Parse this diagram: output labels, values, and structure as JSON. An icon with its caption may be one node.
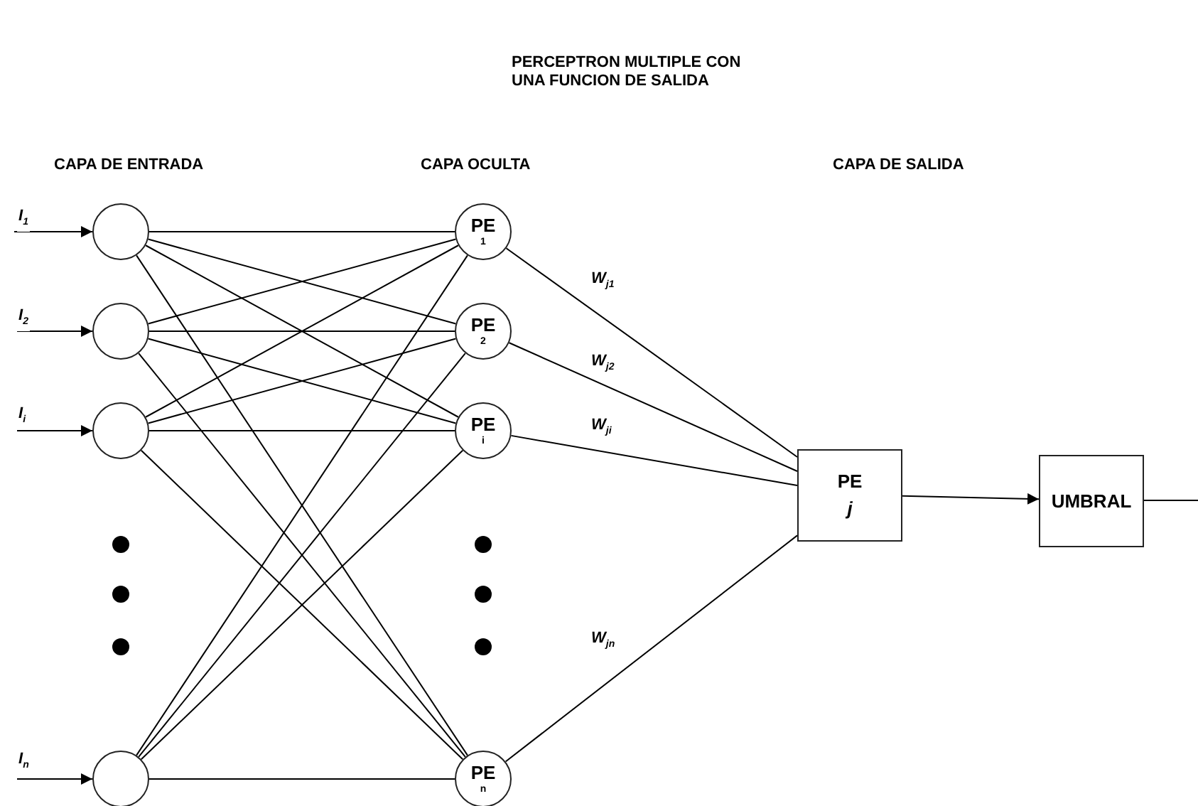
{
  "diagram": {
    "title": "PERCEPTRON MULTIPLE CON UNA FUNCION DE SALIDA",
    "nodes": [
      {
        "text": [],
        "shape": "circle"
      },
      {
        "text": [],
        "shape": "circle"
      },
      {
        "text": [],
        "shape": "circle"
      },
      {
        "text": [],
        "shape": "circle"
      },
      {
        "text": [
          "PE",
          "1"
        ]
      },
      {
        "text": [
          "PE",
          "2"
        ]
      },
      {
        "text": [
          "PE",
          "i"
        ]
      },
      {
        "text": [
          "PE",
          "n"
        ]
      },
      {
        "text": [
          "PE",
          "j"
        ]
      },
      {
        "text": [
          "UMBRAL"
        ]
      }
    ],
    "edges": [
      {
        "from": null,
        "to": 0,
        "arrow": "to",
        "label": "I$_{1}$"
      },
      {
        "from": null,
        "to": 1,
        "arrow": "to",
        "label": "I$_{2}$"
      },
      {
        "from": null,
        "to": 2,
        "arrow": "to",
        "label": "I$_{i}$"
      },
      {
        "from": null,
        "to": 3,
        "arrow": "to",
        "label": "I$_{n}$"
      },
      {
        "from": 0,
        "to": 4,
        "arrow": "none"
      },
      {
        "from": 0,
        "to": 5,
        "arrow": "none"
      },
      {
        "from": 0,
        "to": 6,
        "arrow": "none"
      },
      {
        "from": 0,
        "to": 7,
        "arrow": "none"
      },
      {
        "from": 1,
        "to": 4,
        "arrow": "none"
      },
      {
        "from": 1,
        "to": 5,
        "arrow": "none"
      },
      {
        "from": 1,
        "to": 6,
        "arrow": "none"
      },
      {
        "from": 1,
        "to": 7,
        "arrow": "none"
      },
      {
        "from": 2,
        "to": 4,
        "arrow": "none"
      },
      {
        "from": 2,
        "to": 5,
        "arrow": "none"
      },
      {
        "from": 2,
        "to": 6,
        "arrow": "none"
      },
      {
        "from": 2,
        "to": 7,
        "arrow": "none"
      },
      {
        "from": 3,
        "to": 4,
        "arrow": "none"
      },
      {
        "from": 3,
        "to": 5,
        "arrow": "none"
      },
      {
        "from": 3,
        "to": 6,
        "arrow": "none"
      },
      {
        "from": 3,
        "to": 7,
        "arrow": "none"
      },
      {
        "from": 4,
        "to": 8,
        "arrow": "none",
        "label": "W$_{j1}$"
      },
      {
        "from": 5,
        "to": 8,
        "arrow": "none",
        "label": "W$_{j2}$"
      },
      {
        "from": 6,
        "to": 8,
        "arrow": "none",
        "label": "W$_{ji}$"
      },
      {
        "from": 7,
        "to": 8,
        "arrow": "none",
        "label": "W$_{jn}$"
      },
      {
        "from": 8,
        "to": 9,
        "arrow": "to"
      },
      {
        "from": 9,
        "to": null,
        "arrow": "none"
      }
    ],
    "labels": [
      "CAPA DE ENTRADA",
      "CAPA OCULTA",
      "CAPA DE SALIDA"
    ]
  }
}
